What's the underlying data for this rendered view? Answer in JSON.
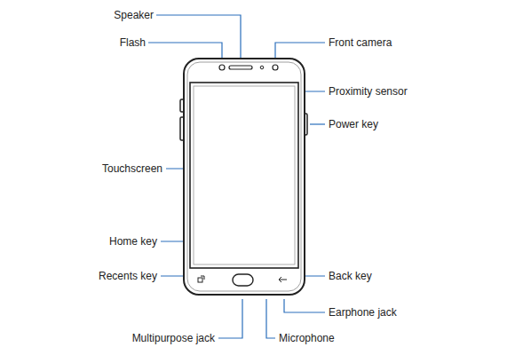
{
  "diagram": {
    "labels": [
      "Speaker",
      "Flash",
      "Front camera",
      "Proximity sensor",
      "Power key",
      "Touchscreen",
      "Home key",
      "Recents key",
      "Back key",
      "Earphone jack",
      "Multipurpose jack",
      "Microphone"
    ]
  }
}
